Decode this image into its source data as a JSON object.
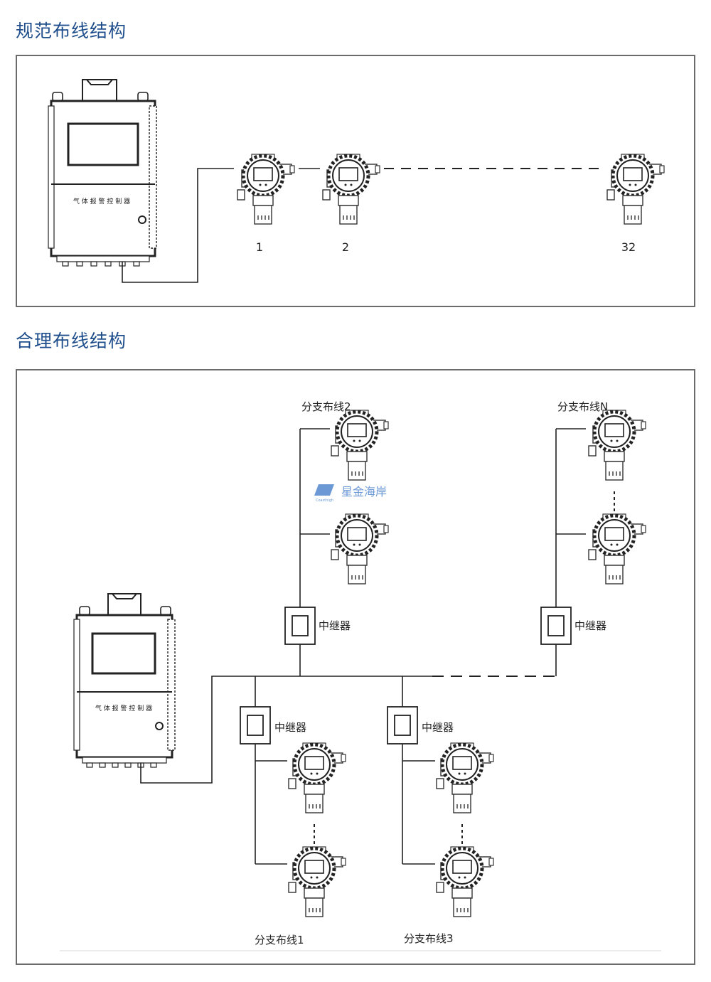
{
  "sections": {
    "standard": {
      "title": "规范布线结构",
      "controller_label": "气 体 报 警 控 制 器",
      "detector_numbers": [
        "1",
        "2",
        "32"
      ]
    },
    "reasonable": {
      "title": "合理布线结构",
      "controller_label": "气 体 报 警 控 制 器",
      "repeater_label": "中继器",
      "branches": {
        "b1": "分支布线1",
        "b2": "分支布线2",
        "b3": "分支布线3",
        "bn": "分支布线N"
      }
    }
  },
  "watermark": {
    "text": "星金海岸",
    "sub": "Coasthigh"
  }
}
